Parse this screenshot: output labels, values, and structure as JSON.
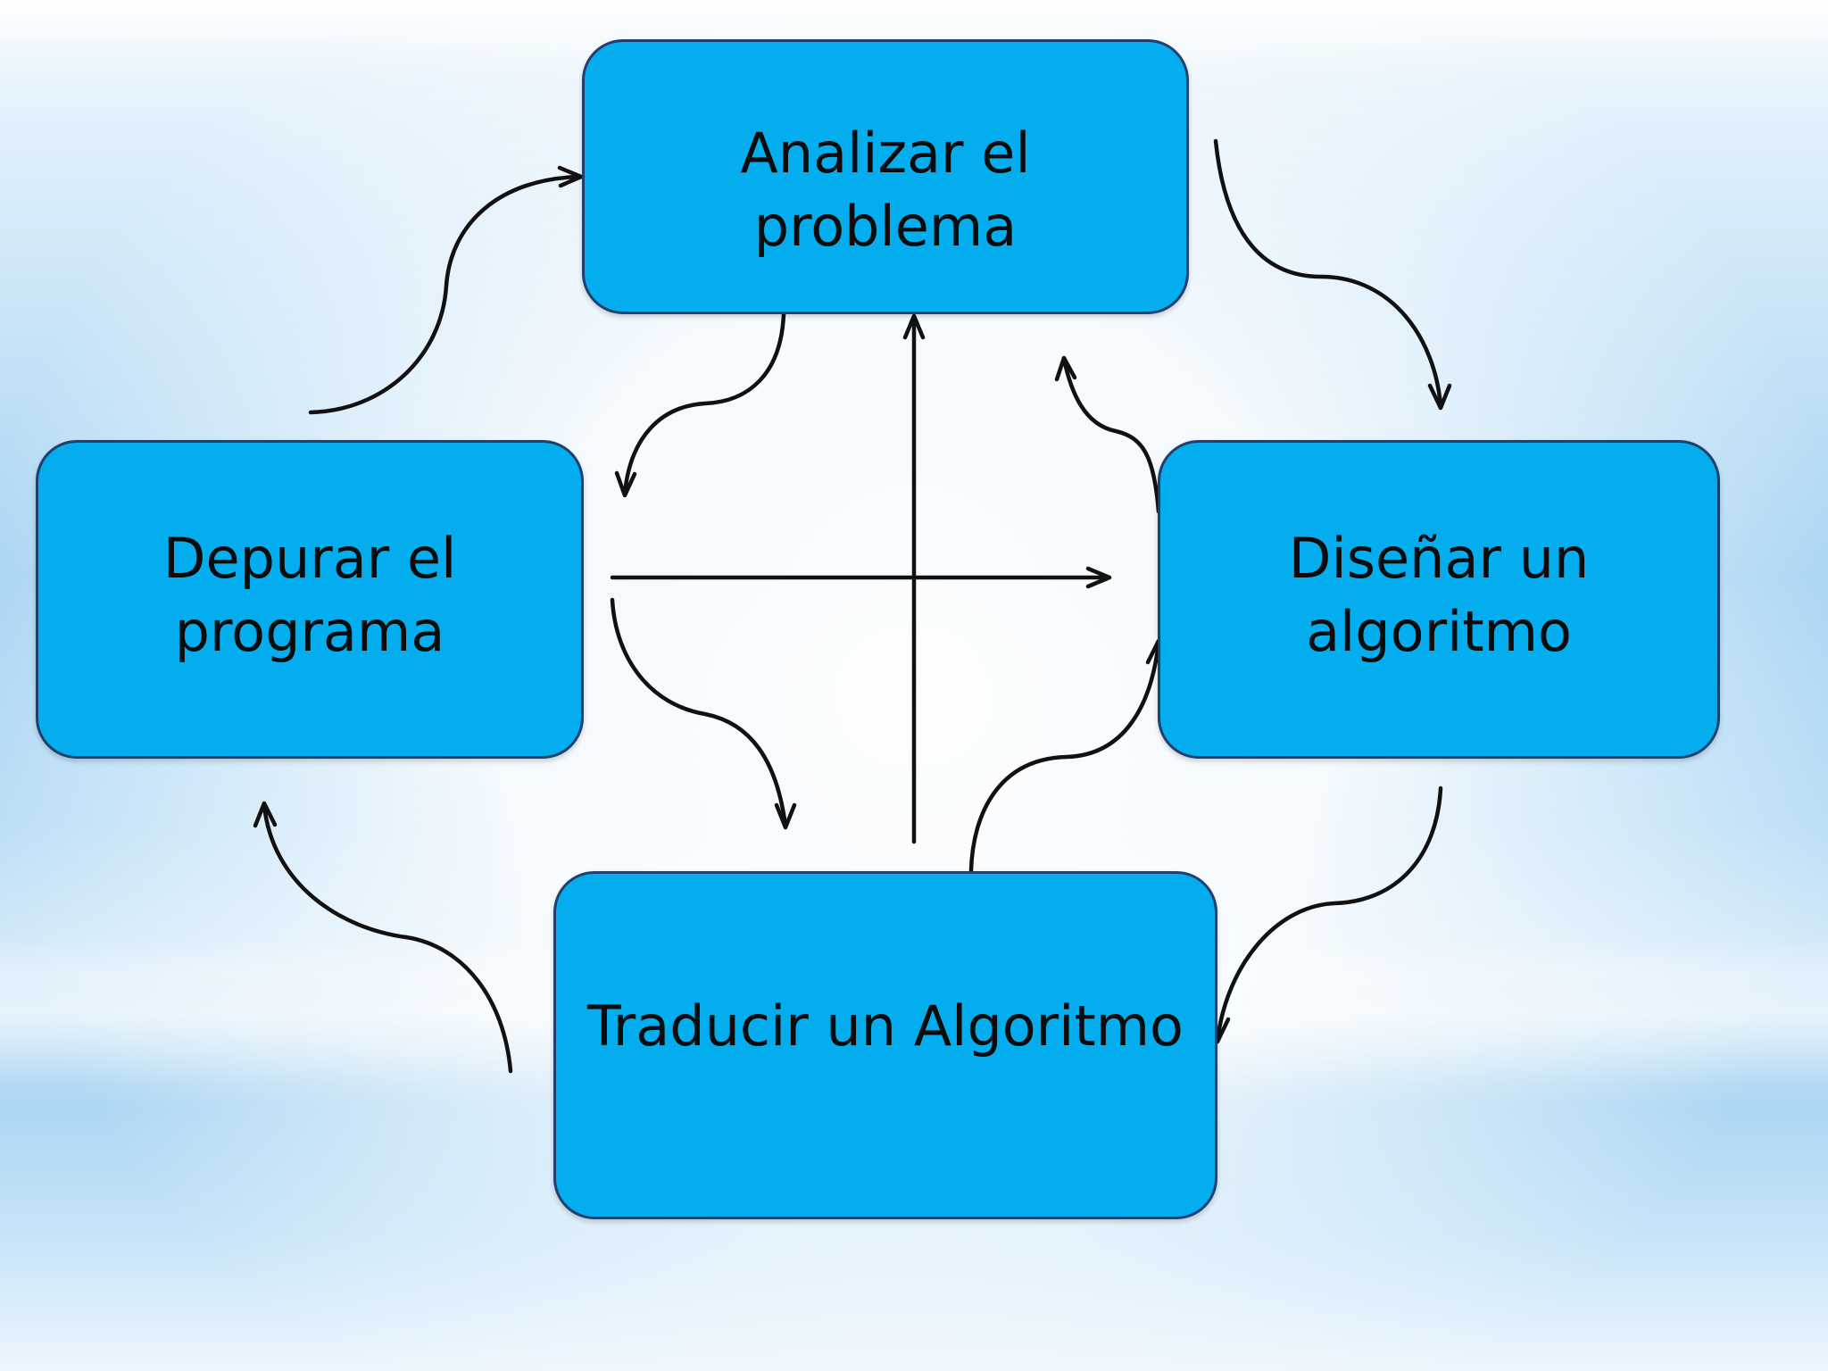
{
  "diagram": {
    "type": "cycle",
    "node_fill_color": "#04aeee",
    "node_border_color": "#1f3f6e",
    "arrow_color": "#111111",
    "nodes": {
      "analizar": {
        "label": "Analizar el problema"
      },
      "disenar": {
        "label": "Diseñar un algoritmo"
      },
      "traducir": {
        "label": "Traducir un Algoritmo"
      },
      "depurar": {
        "label": "Depurar el programa"
      }
    },
    "edges": [
      {
        "from": "analizar",
        "to": "disenar"
      },
      {
        "from": "disenar",
        "to": "traducir"
      },
      {
        "from": "traducir",
        "to": "depurar"
      },
      {
        "from": "depurar",
        "to": "analizar"
      },
      {
        "from": "analizar",
        "to": "depurar"
      },
      {
        "from": "depurar",
        "to": "traducir"
      },
      {
        "from": "traducir",
        "to": "disenar"
      },
      {
        "from": "disenar",
        "to": "analizar"
      },
      {
        "from": "depurar",
        "to": "disenar"
      },
      {
        "from": "traducir",
        "to": "analizar"
      }
    ]
  }
}
